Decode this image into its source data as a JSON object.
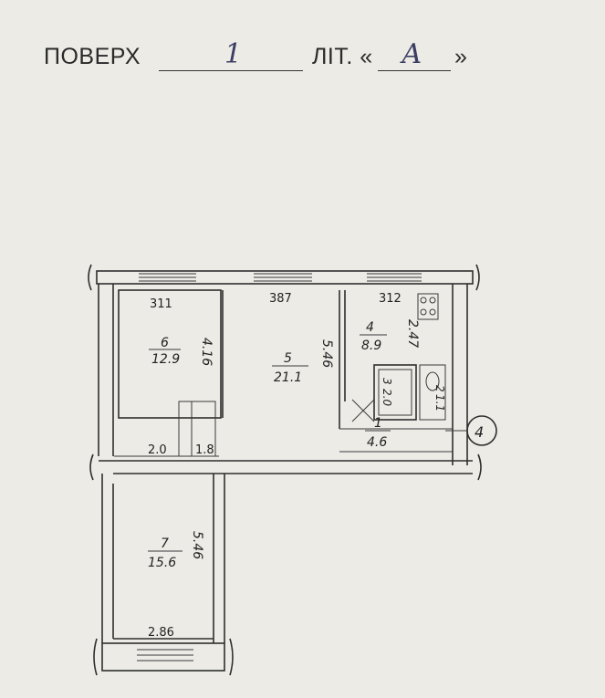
{
  "header": {
    "floor_label": "ПОВЕРХ",
    "floor_value": "1",
    "lit_label": "ЛІТ. «",
    "lit_value": "А",
    "lit_close": "»"
  },
  "plan": {
    "top_dims": [
      "311",
      "387",
      "312"
    ],
    "rooms": [
      {
        "number": "6",
        "area": "12.9"
      },
      {
        "number": "5",
        "area": "21.1"
      },
      {
        "number": "4",
        "area": "8.9"
      },
      {
        "number": "1",
        "area": "4.6"
      },
      {
        "number": "7",
        "area": "15.6"
      }
    ],
    "side_dims": {
      "room6": "4.16",
      "room5": "5.46",
      "room4": "2.47",
      "room7": "5.46"
    },
    "small_rooms": {
      "r3_num": "3",
      "r3_area": "2.0",
      "r2_num": "2",
      "r2_area": "1.1",
      "r1_8": "1.8",
      "r2_0": "2.0"
    },
    "bottom_dim": "2.86",
    "marker": "4"
  }
}
